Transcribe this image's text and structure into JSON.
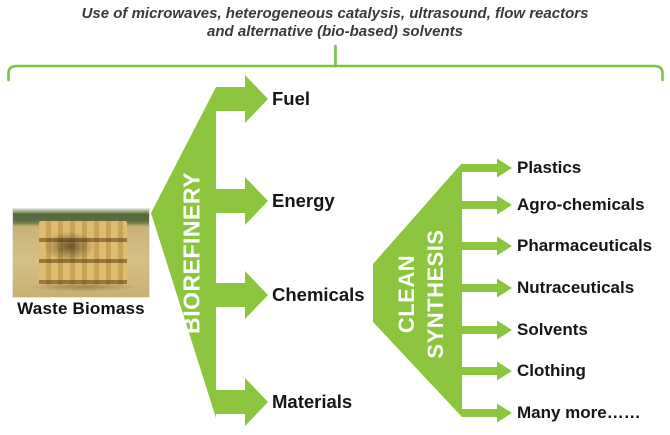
{
  "header": {
    "line1": "Use of microwaves, heterogeneous catalysis, ultrasound, flow reactors",
    "line2": "and alternative (bio-based) solvents"
  },
  "waste_biomass": {
    "caption": "Waste Biomass",
    "photo_subject": "stacked hay bales in a harvested field"
  },
  "biorefinery": {
    "title": "BIOREFINERY",
    "outputs": [
      "Fuel",
      "Energy",
      "Chemicals",
      "Materials"
    ]
  },
  "clean_synthesis": {
    "title_line1": "CLEAN",
    "title_line2": "SYNTHESIS",
    "outputs": [
      "Plastics",
      "Agro-chemicals",
      "Pharmaceuticals",
      "Nutraceuticals",
      "Solvents",
      "Clothing",
      "Many more……"
    ]
  },
  "colors": {
    "shape_green": "#8CC63E",
    "bracket_green": "#7CC243",
    "header_text": "#3A3A3A",
    "label_text": "#161616",
    "shape_title_text": "#FFFFFF"
  }
}
